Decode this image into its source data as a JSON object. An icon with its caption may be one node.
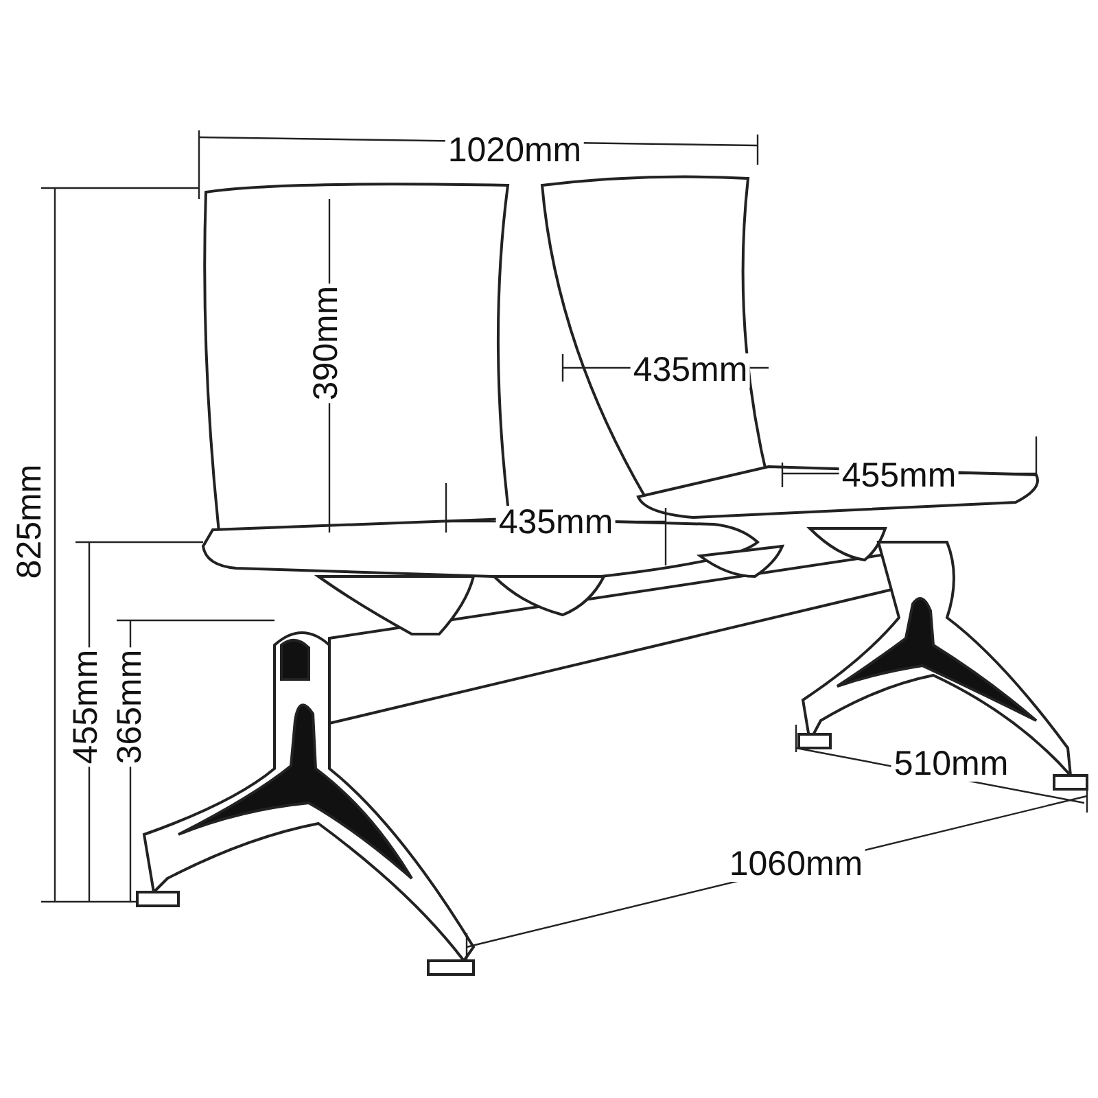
{
  "diagram": {
    "labels": [
      "1020mm",
      "825mm",
      "390mm",
      "435mm",
      "455mm",
      "435mm",
      "455mm",
      "365mm",
      "510mm",
      "1060mm"
    ]
  }
}
